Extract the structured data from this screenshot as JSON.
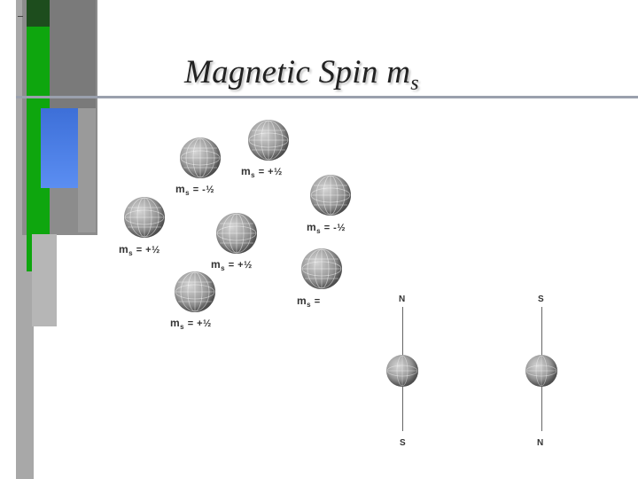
{
  "title": {
    "main": "Magnetic Spin m",
    "sub": "s"
  },
  "spin_labels": [
    {
      "prefix": "m",
      "sub": "s",
      "value": "= +½"
    },
    {
      "prefix": "m",
      "sub": "s",
      "value": "= -½"
    },
    {
      "prefix": "m",
      "sub": "s",
      "value": "= -½"
    },
    {
      "prefix": "m",
      "sub": "s",
      "value": "= +½"
    },
    {
      "prefix": "m",
      "sub": "s",
      "value": "= +½"
    },
    {
      "prefix": "m",
      "sub": "s",
      "value": "="
    },
    {
      "prefix": "m",
      "sub": "s",
      "value": "= +½"
    }
  ],
  "magnets": [
    {
      "top_pole": "N",
      "bottom_pole": "S"
    },
    {
      "top_pole": "S",
      "bottom_pole": "N"
    }
  ],
  "colors": {
    "green_bar": "#0ea60e",
    "blue_bar": "#3d6fd8",
    "gray_bar": "#8c8c8c",
    "title_rule": "#9aa0ad"
  }
}
